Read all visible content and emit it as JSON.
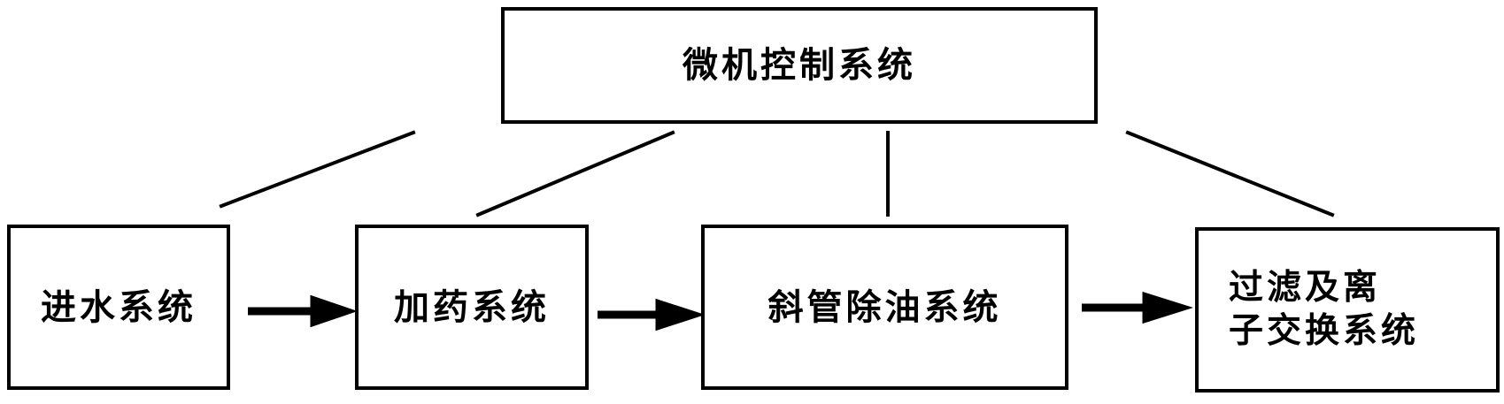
{
  "diagram": {
    "top_box": {
      "label": "微机控制系统"
    },
    "boxes": [
      {
        "id": "inlet",
        "label": "进水系统"
      },
      {
        "id": "dosing",
        "label": "加药系统"
      },
      {
        "id": "oil",
        "label": "斜管除油系统"
      },
      {
        "id": "filter",
        "label_line1": "过滤及离",
        "label_line2": "子交换系统"
      }
    ],
    "colors": {
      "line": "#000000",
      "background": "#ffffff"
    }
  }
}
